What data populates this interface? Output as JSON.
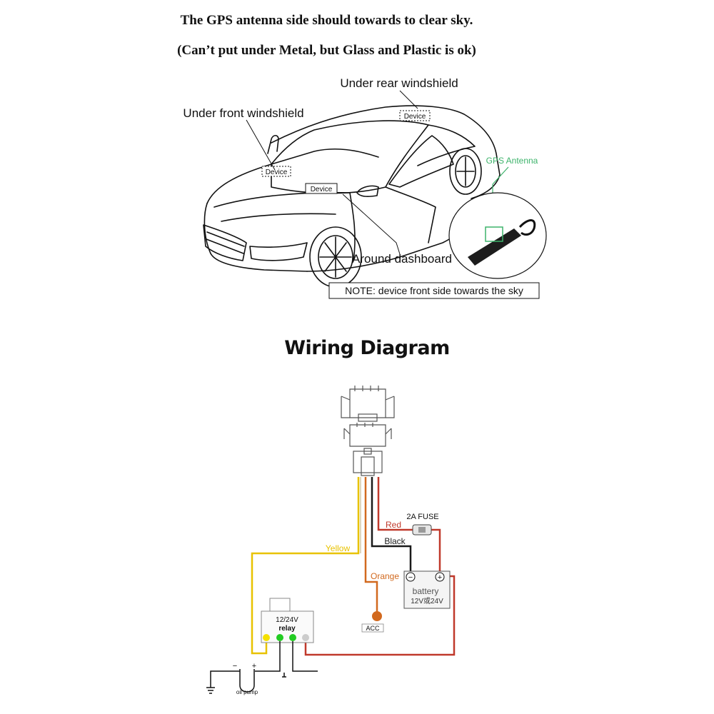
{
  "header": {
    "line1": "The GPS antenna side should towards to clear sky.",
    "line2": "(Can’t put under Metal, but Glass and Plastic is ok)"
  },
  "installation": {
    "rear_windshield_label": "Under rear windshield",
    "front_windshield_label": "Under front windshield",
    "dashboard_label": "Around dashboard",
    "device_tag": "Device",
    "antenna_label": "GPS Antenna",
    "note": "NOTE: device front side towards the sky"
  },
  "wiring": {
    "title": "Wiring Diagram",
    "fuse_label": "2A  FUSE",
    "wires": {
      "red": "Red",
      "black": "Black",
      "orange": "Orange",
      "yellow": "Yellow"
    },
    "battery": {
      "label": "battery",
      "spec": "12V或24V",
      "minus": "−",
      "plus": "+"
    },
    "acc_label": "ACC",
    "relay": {
      "voltage": "12/24V",
      "label": "relay"
    },
    "oil_pump_label": "oil pump",
    "pump_minus": "−",
    "pump_plus": "+"
  },
  "colors": {
    "red_wire": "#c0392b",
    "black_wire": "#1a1a1a",
    "orange_wire": "#d2691e",
    "yellow_wire": "#e8c200",
    "antenna_green": "#3db36b",
    "relay_green": "#22cc22",
    "relay_yellow": "#f5e100",
    "relay_gray": "#cccccc"
  }
}
